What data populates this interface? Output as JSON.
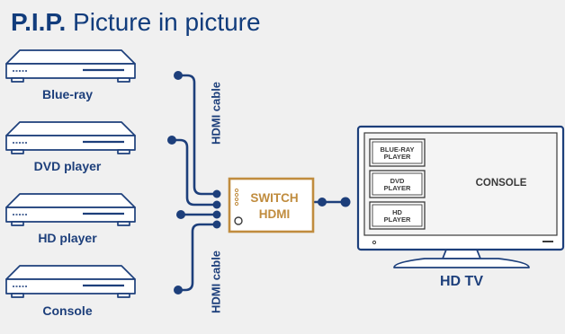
{
  "title": {
    "bold": "P.I.P.",
    "rest": " Picture in picture"
  },
  "devices": [
    {
      "label": "Blue-ray",
      "icon": "media-player-icon"
    },
    {
      "label": "DVD player",
      "icon": "media-player-icon"
    },
    {
      "label": "HD player",
      "icon": "media-player-icon"
    },
    {
      "label": "Console",
      "icon": "media-player-icon"
    }
  ],
  "cable_labels": {
    "top": "HDMI cable",
    "bottom": "HDMI cable"
  },
  "switch": {
    "line1": "SWITCH",
    "line2": "HDMI"
  },
  "tv": {
    "label": "HD TV",
    "pip_windows": [
      {
        "line1": "BLUE-RAY",
        "line2": "PLAYER"
      },
      {
        "line1": "DVD",
        "line2": "PLAYER"
      },
      {
        "line1": "HD",
        "line2": "PLAYER"
      }
    ],
    "main_label": "CONSOLE"
  },
  "colors": {
    "background": "#f0f0f0",
    "primary": "#113c7c",
    "device_outline": "#1d3f7b",
    "switch_accent": "#c08c3e"
  }
}
